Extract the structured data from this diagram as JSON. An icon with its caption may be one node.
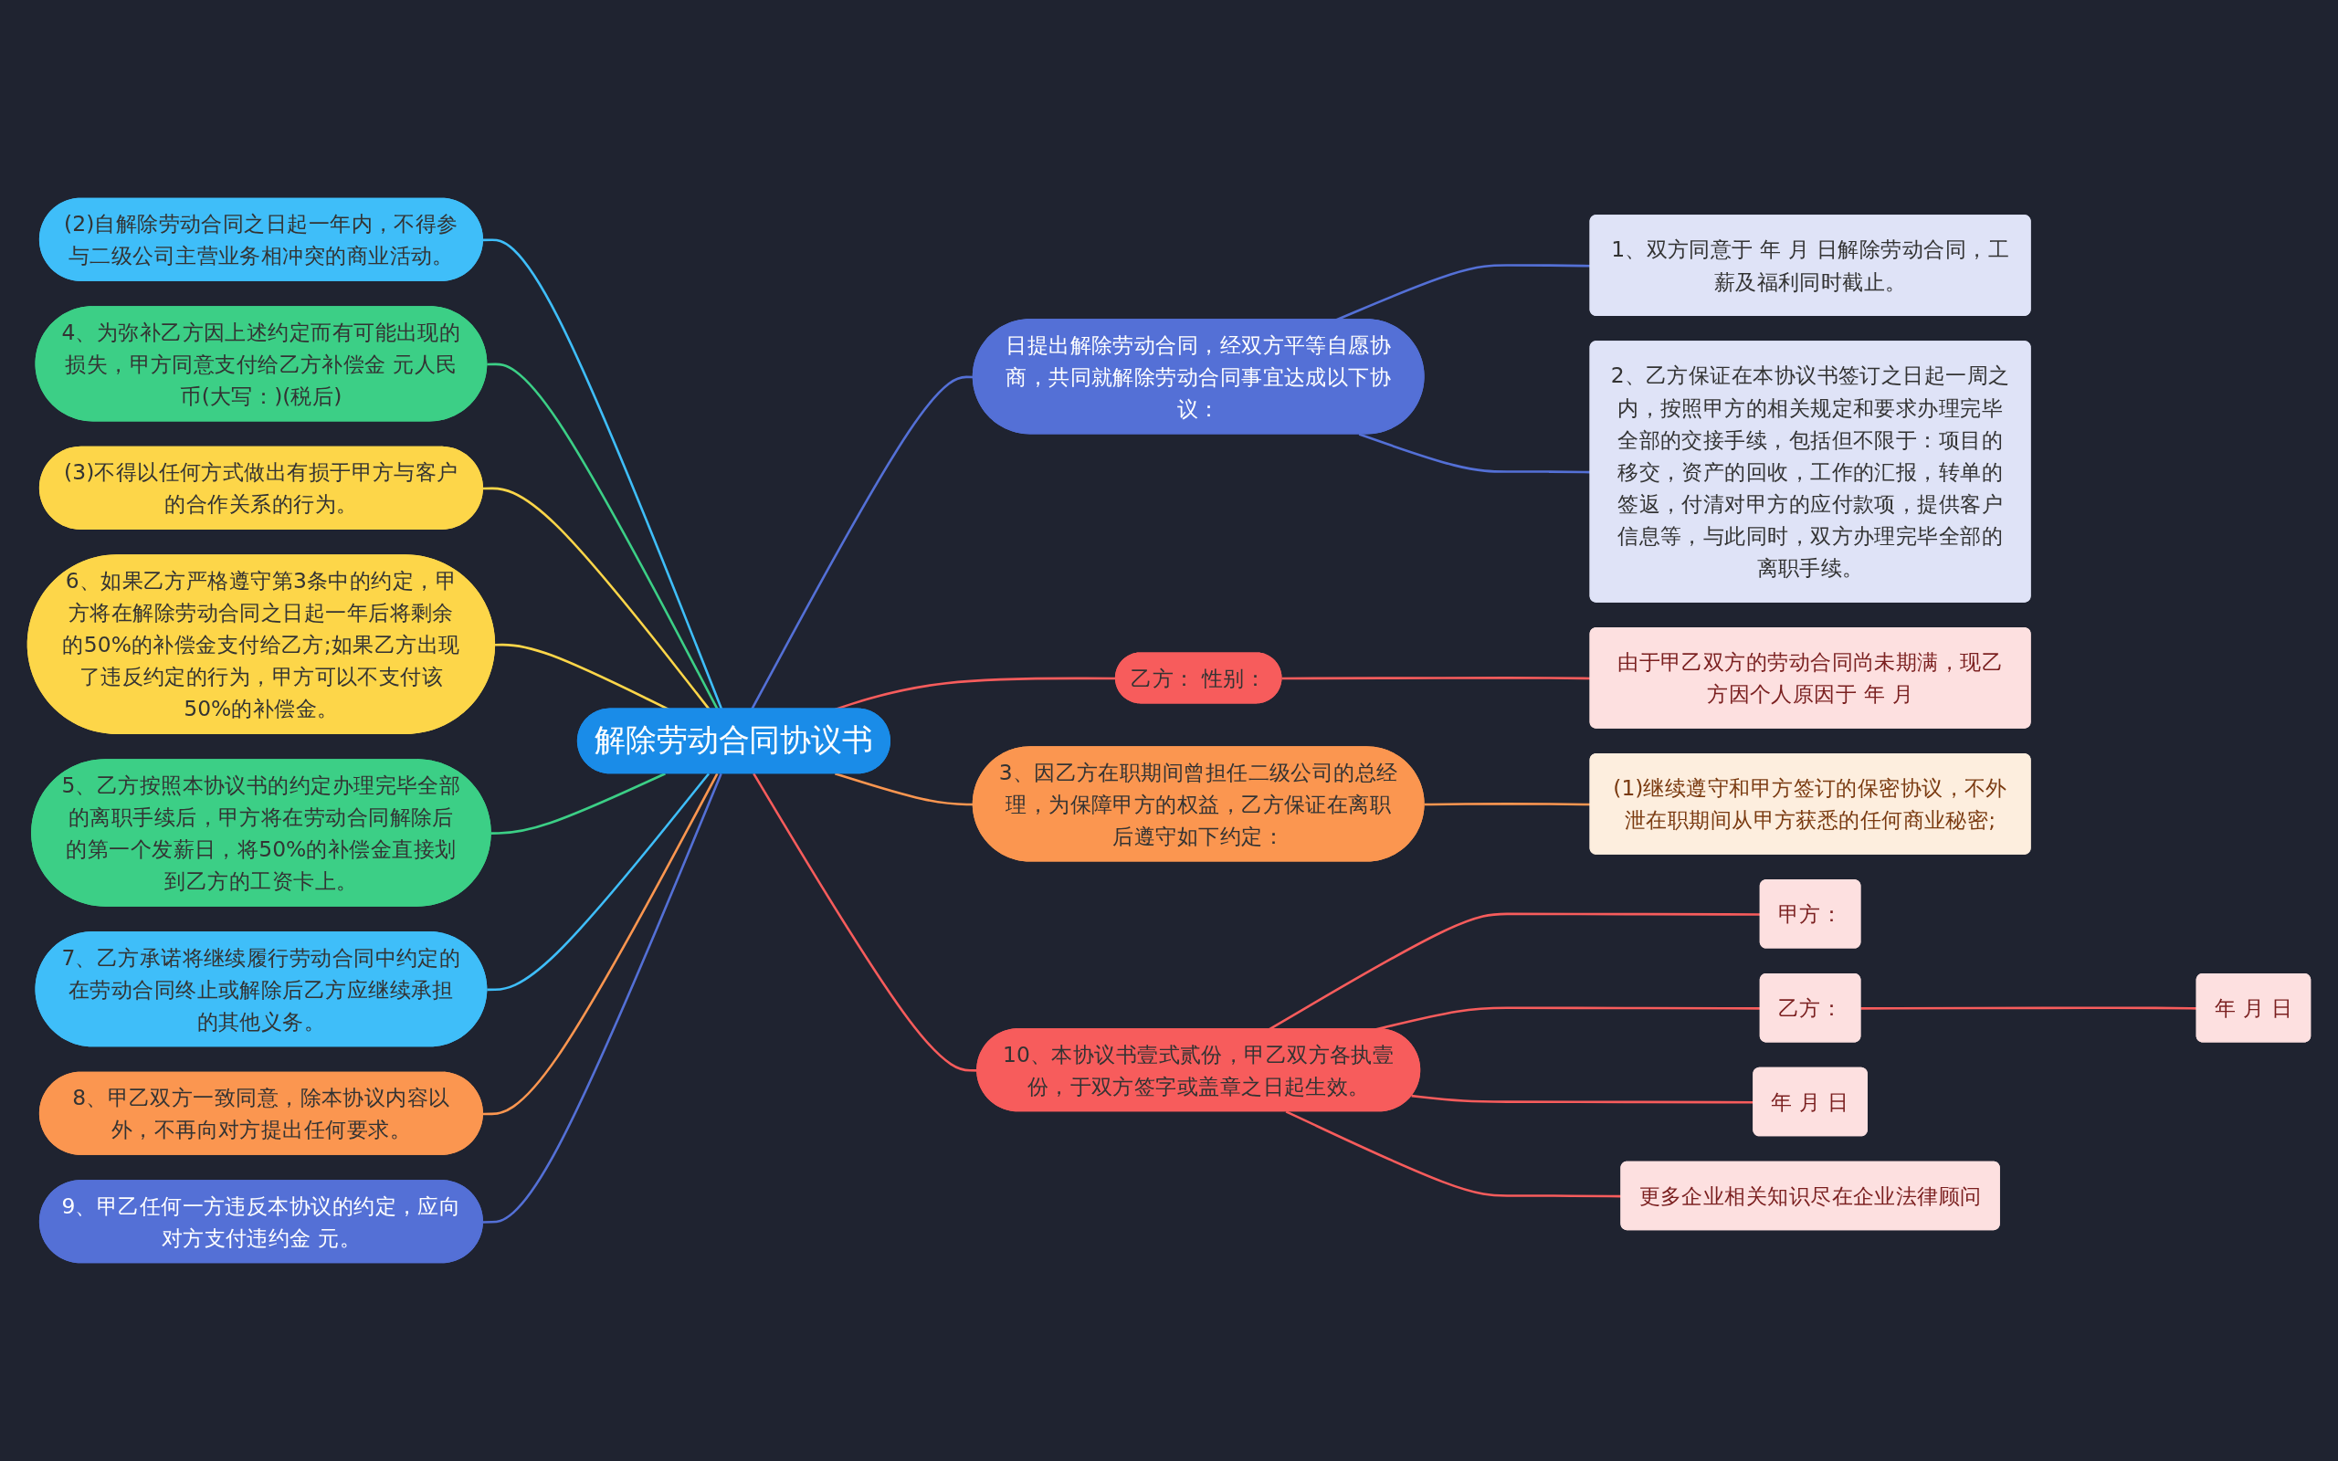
{
  "diagram": {
    "nodes": [
      {
        "text": [
          "解除劳动合同协议书"
        ]
      },
      {
        "text": [
          "日提出解除劳动合同，经双方平等自愿协商，共同就解除劳动合同事宜达成以下协议："
        ]
      },
      {
        "text": [
          "1、双方同意于 年 月 日解除劳动合同，工薪及福利同时截止。"
        ]
      },
      {
        "text": [
          "2、乙方保证在本协议书签订之日起一周之内，按照甲方的相关规定和要求办理完毕全部的交接手续，包括但不限于：项目的移交，资产的回收，工作的汇报，转单的签返，付清对甲方的应付款项，提供客户信息等，与此同时，双方办理完毕全部的离职手续。"
        ]
      },
      {
        "text": [
          "乙方： 性别："
        ]
      },
      {
        "text": [
          "由于甲乙双方的劳动合同尚未期满，现乙方因个人原因于 年 月"
        ]
      },
      {
        "text": [
          "3、因乙方在职期间曾担任二级公司的总经理，为保障甲方的权益，乙方保证在离职后遵守如下约定："
        ]
      },
      {
        "text": [
          "(1)继续遵守和甲方签订的保密协议，不外泄在职期间从甲方获悉的任何商业秘密;"
        ]
      },
      {
        "text": [
          "(2)自解除劳动合同之日起一年内，不得参与二级公司主营业务相冲突的商业活动。"
        ]
      },
      {
        "text": [
          "4、为弥补乙方因上述约定而有可能出现的损失，甲方同意支付给乙方补偿金 元人民币(大写：)(税后)"
        ]
      },
      {
        "text": [
          "(3)不得以任何方式做出有损于甲方与客户的合作关系的行为。"
        ]
      },
      {
        "text": [
          "6、如果乙方严格遵守第3条中的约定，甲方将在解除劳动合同之日起一年后将剩余的50%的补偿金支付给乙方;如果乙方出现了违反约定的行为，甲方可以不支付该50%的补偿金。"
        ]
      },
      {
        "text": [
          "5、乙方按照本协议书的约定办理完毕全部的离职手续后，甲方将在劳动合同解除后的第一个发薪日，将50%的补偿金直接划到乙方的工资卡上。"
        ]
      },
      {
        "text": [
          "7、乙方承诺将继续履行劳动合同中约定的在劳动合同终止或解除后乙方应继续承担的其他义务。"
        ]
      },
      {
        "text": [
          "8、甲乙双方一致同意，除本协议内容以外，不再向对方提出任何要求。"
        ]
      },
      {
        "text": [
          "9、甲乙任何一方违反本协议的约定，应向对方支付违约金 元。"
        ]
      },
      {
        "text": [
          "10、本协议书壹式贰份，甲乙双方各执壹份，于双方签字或盖章之日起生效。"
        ]
      },
      {
        "text": [
          "甲方："
        ]
      },
      {
        "text": [
          "乙方："
        ]
      },
      {
        "text": [
          "年 月 日"
        ]
      },
      {
        "text": [
          "年 月 日"
        ]
      },
      {
        "text": [
          "更多企业相关知识尽在企业法律顾问"
        ]
      }
    ],
    "edges": [
      {
        "from": 0,
        "to": 1,
        "arrow": "none",
        "color": "#5470d6"
      },
      {
        "from": 1,
        "to": 2,
        "arrow": "none",
        "color": "#5470d6"
      },
      {
        "from": 1,
        "to": 3,
        "arrow": "none",
        "color": "#5470d6"
      },
      {
        "from": 0,
        "to": 4,
        "arrow": "none",
        "color": "#f75c5c"
      },
      {
        "from": 4,
        "to": 5,
        "arrow": "none",
        "color": "#f75c5c"
      },
      {
        "from": 0,
        "to": 6,
        "arrow": "none",
        "color": "#fb9650"
      },
      {
        "from": 6,
        "to": 7,
        "arrow": "none",
        "color": "#fb9650"
      },
      {
        "from": 8,
        "to": 0,
        "arrow": "none",
        "color": "#3fbef9"
      },
      {
        "from": 9,
        "to": 0,
        "arrow": "none",
        "color": "#3ccf86"
      },
      {
        "from": 10,
        "to": 0,
        "arrow": "none",
        "color": "#fdd649"
      },
      {
        "from": 11,
        "to": 0,
        "arrow": "none",
        "color": "#fdd649"
      },
      {
        "from": 12,
        "to": 0,
        "arrow": "none",
        "color": "#3ccf86"
      },
      {
        "from": 13,
        "to": 0,
        "arrow": "none",
        "color": "#3fbef9"
      },
      {
        "from": 14,
        "to": 0,
        "arrow": "none",
        "color": "#fb9650"
      },
      {
        "from": 15,
        "to": 0,
        "arrow": "none",
        "color": "#5470d6"
      },
      {
        "from": 0,
        "to": 16,
        "arrow": "none",
        "color": "#f75c5c"
      },
      {
        "from": 16,
        "to": 17,
        "arrow": "none",
        "color": "#f75c5c"
      },
      {
        "from": 16,
        "to": 18,
        "arrow": "none",
        "color": "#f75c5c"
      },
      {
        "from": 18,
        "to": 19,
        "arrow": "none",
        "color": "#f75c5c"
      },
      {
        "from": 16,
        "to": 20,
        "arrow": "none",
        "color": "#f75c5c"
      },
      {
        "from": 16,
        "to": 21,
        "arrow": "none",
        "color": "#f75c5c"
      }
    ]
  }
}
